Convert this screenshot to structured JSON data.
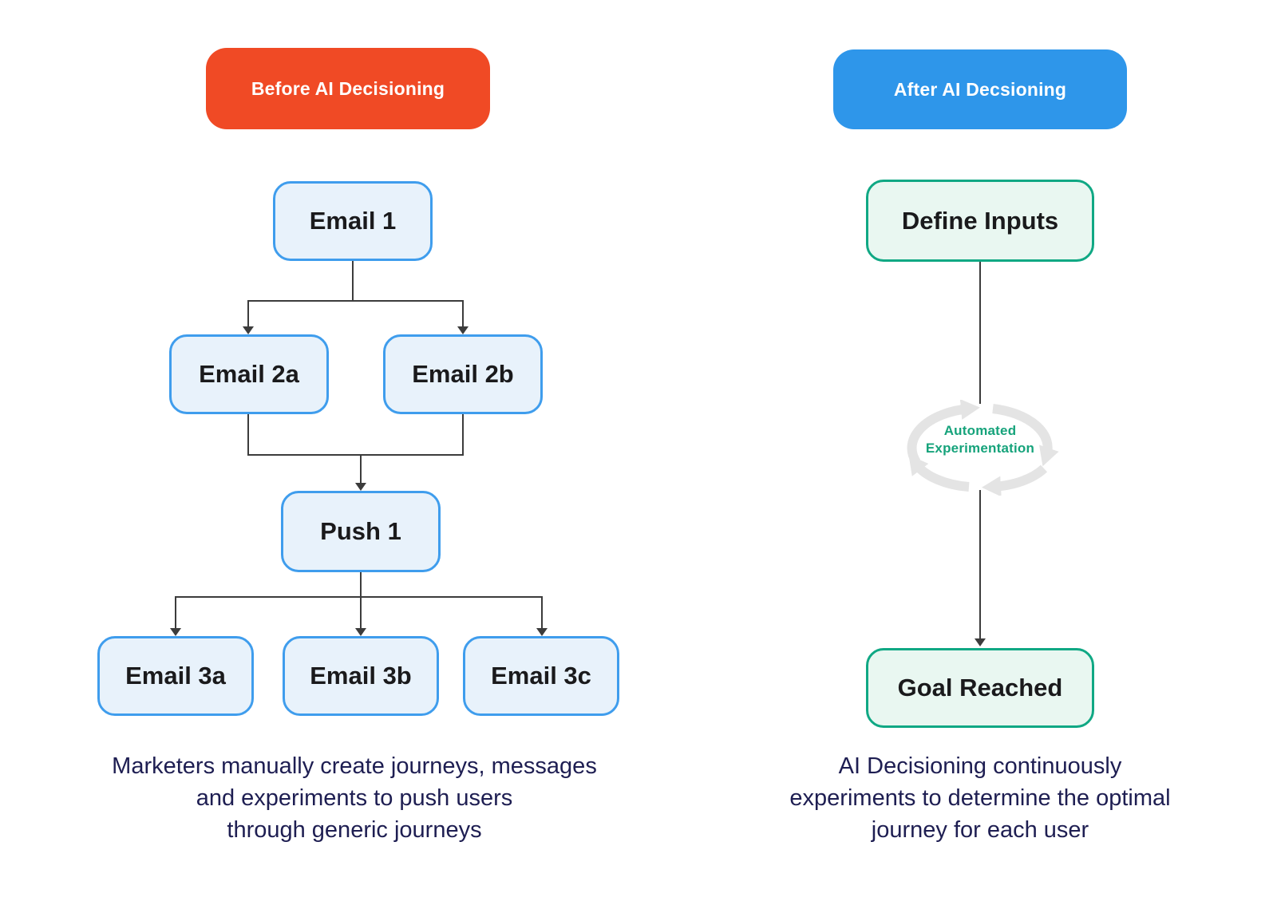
{
  "left_panel": {
    "header_label": "Before AI Decisioning",
    "header_color": "#F04A25",
    "nodes": {
      "email1": "Email 1",
      "email2a": "Email 2a",
      "email2b": "Email 2b",
      "push1": "Push 1",
      "email3a": "Email 3a",
      "email3b": "Email 3b",
      "email3c": "Email 3c"
    },
    "caption_lines": [
      "Marketers manually create journeys, messages",
      "and experiments to push users",
      "through generic journeys"
    ]
  },
  "right_panel": {
    "header_label": "After AI Decsioning",
    "header_color": "#2E96EA",
    "nodes": {
      "define_inputs": "Define Inputs",
      "goal_reached": "Goal Reached"
    },
    "loop_label_lines": [
      "Automated",
      "Experimentation"
    ],
    "caption_lines": [
      "AI Decisioning continuously",
      "experiments to determine the optimal",
      "journey for each user"
    ]
  },
  "colors": {
    "before_header_bg": "#F04A25",
    "after_header_bg": "#2E96EA",
    "node_blue_fill": "#E8F2FB",
    "node_blue_border": "#3F9DED",
    "node_green_fill": "#E9F7F1",
    "node_green_border": "#10A884",
    "loop_arrow_gray": "#E4E4E4",
    "loop_label_green": "#16A37B",
    "connector_line": "#3C3C3C",
    "caption_text": "#1E1E52",
    "node_text": "#1A1A1C"
  }
}
